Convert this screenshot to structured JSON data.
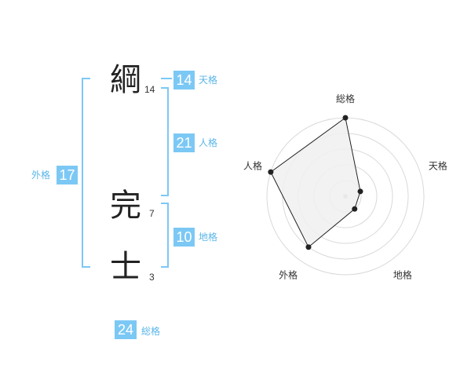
{
  "name": {
    "characters": [
      {
        "char": "綱",
        "strokes": "14"
      },
      {
        "char": "完",
        "strokes": "7"
      },
      {
        "char": "士",
        "strokes": "3"
      }
    ]
  },
  "kakusu": {
    "tenkaku": {
      "label": "天格",
      "value": "14"
    },
    "jinkaku": {
      "label": "人格",
      "value": "21"
    },
    "chikaku": {
      "label": "地格",
      "value": "10"
    },
    "gaikaku": {
      "label": "外格",
      "value": "17"
    },
    "soukaku": {
      "label": "総格",
      "value": "24"
    }
  },
  "colors": {
    "accent": "#7cc8f5",
    "label": "#5bb6e8",
    "bracket": "#7cc8f5",
    "radar_fill": "#f0f0f0",
    "radar_ring": "#d9d9d9"
  },
  "chart_data": {
    "type": "radar",
    "axes": [
      "総格",
      "天格",
      "地格",
      "外格",
      "人格"
    ],
    "values": [
      5,
      1,
      1,
      4,
      5
    ],
    "rlim": [
      0,
      5
    ],
    "rings": 5,
    "grid": true
  }
}
